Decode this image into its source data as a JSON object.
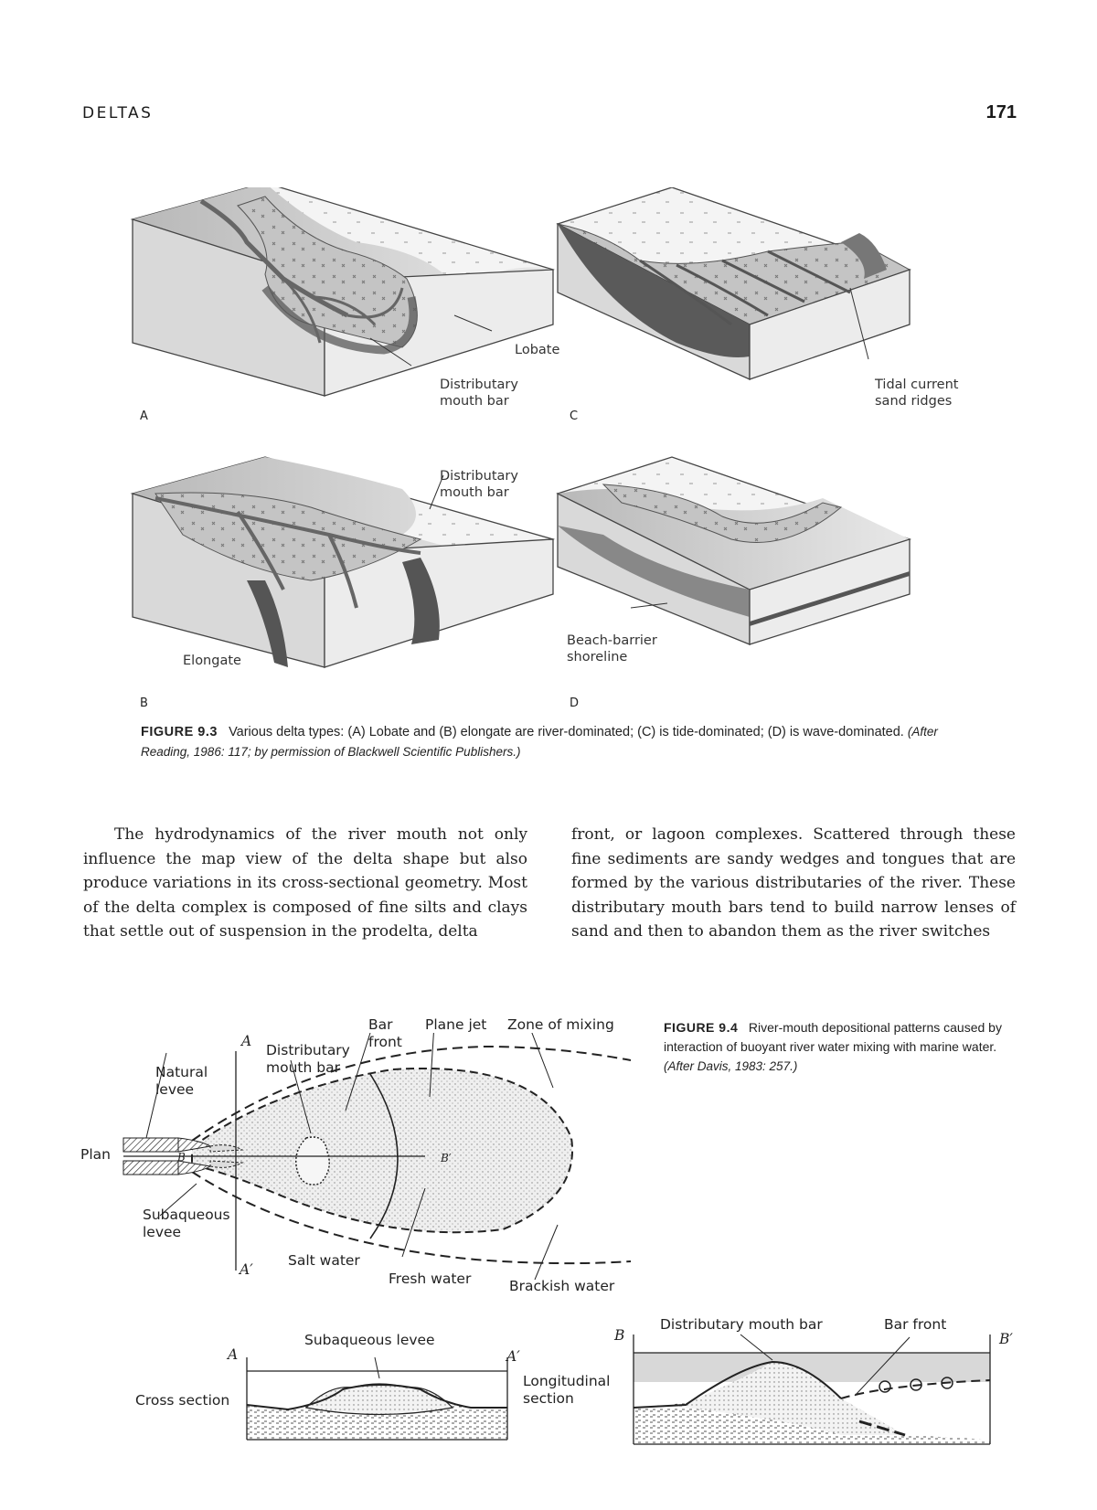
{
  "header": {
    "running_head": "DELTAS",
    "page_number": "171"
  },
  "figure_9_3": {
    "panels": {
      "a": {
        "letter": "A",
        "label": "Lobate",
        "callout": [
          "Distributary",
          "mouth bar"
        ]
      },
      "b": {
        "letter": "B",
        "label": "Elongate",
        "callout": [
          "Distributary",
          "mouth bar"
        ]
      },
      "c": {
        "letter": "C",
        "callout": [
          "Tidal current",
          "sand ridges"
        ]
      },
      "d": {
        "letter": "D",
        "callout": [
          "Beach-barrier",
          "shoreline"
        ]
      }
    },
    "caption": {
      "number": "FIGURE 9.3",
      "text": "Various delta types: (A) Lobate and (B) elongate are river-dominated; (C) is tide-dominated; (D) is wave-dominated.",
      "credit": "(After Reading, 1986: 117; by permission of Blackwell Scientific Publishers.)"
    }
  },
  "body": {
    "col1": "The hydrodynamics of the river mouth not only influence the map view of the delta shape but also produce variations in its cross-sectional geometry. Most of the delta complex is composed of fine silts and clays that settle out of suspension in the prodelta, delta",
    "col2": "front, or lagoon complexes. Scattered through these fine sediments are sandy wedges and tongues that are formed by the various distributaries of the river. These distributary mouth bars tend to build narrow lenses of sand and then to abandon them as the river switches"
  },
  "figure_9_4": {
    "caption": {
      "number": "FIGURE 9.4",
      "text": "River-mouth depositional patterns caused by interaction of buoyant river water mixing with marine water.",
      "credit": "(After Davis, 1983: 257.)"
    },
    "plan_labels": {
      "plan": "Plan",
      "natural_levee": [
        "Natural",
        "levee"
      ],
      "distributary_mouth_bar": [
        "Distributary",
        "mouth bar"
      ],
      "bar_front": [
        "Bar",
        "front"
      ],
      "plane_jet": "Plane jet",
      "zone_of_mixing": "Zone of mixing",
      "subaqueous_levee": [
        "Subaqueous",
        "levee"
      ],
      "salt_water": "Salt water",
      "fresh_water": "Fresh water",
      "brackish_water": "Brackish water",
      "a": "A",
      "a_prime": "A′",
      "b": "B",
      "b_prime": "B′"
    },
    "cross_section": {
      "label": "Cross section",
      "subaqueous_levee": "Subaqueous levee",
      "a": "A",
      "a_prime": "A′"
    },
    "longitudinal_section": {
      "label": [
        "Longitudinal",
        "section"
      ],
      "distributary_mouth_bar": "Distributary mouth bar",
      "bar_front": "Bar front",
      "b": "B",
      "b_prime": "B′"
    }
  }
}
